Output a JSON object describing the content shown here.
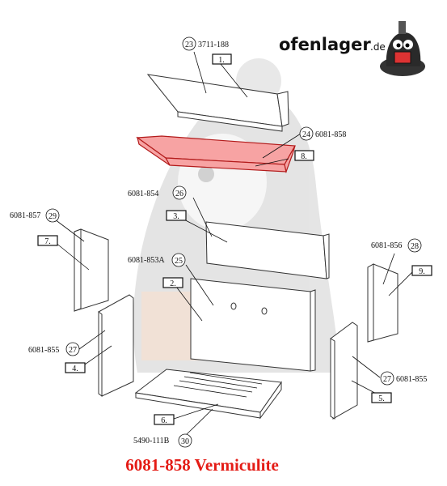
{
  "brand": {
    "name": "ofenlager",
    "tld": ".de"
  },
  "title": "6081-858 Vermiculite",
  "parts": [
    {
      "id": "p1",
      "circle": "23",
      "part_no": "3711-188",
      "box": "1."
    },
    {
      "id": "p8",
      "circle": "24",
      "part_no": "6081-858",
      "box": "8."
    },
    {
      "id": "p3",
      "circle": "26",
      "part_no": "6081-854",
      "box": "3."
    },
    {
      "id": "p7",
      "circle": "29",
      "part_no": "6081-857",
      "box": "7."
    },
    {
      "id": "p2",
      "circle": "25",
      "part_no": "6081-853A",
      "box": "2."
    },
    {
      "id": "p9",
      "circle": "28",
      "part_no": "6081-856",
      "box": "9."
    },
    {
      "id": "p4",
      "circle": "27",
      "part_no": "6081-855",
      "box": "4."
    },
    {
      "id": "p5",
      "circle": "27",
      "part_no": "6081-855",
      "box": "5."
    },
    {
      "id": "p6",
      "circle": "30",
      "part_no": "5490-111B",
      "box": "6."
    }
  ],
  "highlight": {
    "part_no": "6081-858",
    "color": "#f07070"
  }
}
